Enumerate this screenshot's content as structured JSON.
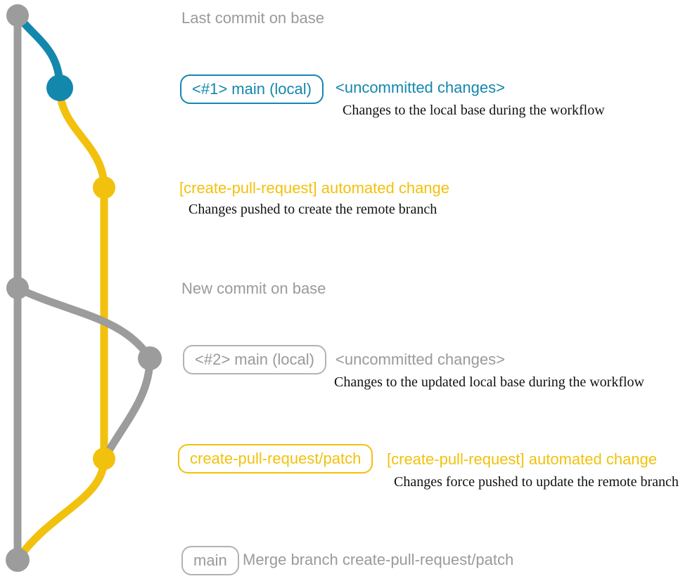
{
  "colors": {
    "base_gray": "#9c9c9c",
    "gray_text": "#9a9a9a",
    "teal": "#1487ad",
    "yellow": "#f2c10d",
    "description_text": "#111111"
  },
  "graph": {
    "commits": [
      {
        "id": "last-commit-on-base",
        "branch": "base",
        "color": "#9c9c9c"
      },
      {
        "id": "local-main-uncommitted-1",
        "branch": "main (local)",
        "color": "#1487ad"
      },
      {
        "id": "automated-change-1",
        "branch": "create-pull-request/patch",
        "color": "#f2c10d"
      },
      {
        "id": "new-commit-on-base",
        "branch": "base",
        "color": "#9c9c9c"
      },
      {
        "id": "local-main-uncommitted-2",
        "branch": "main (local)",
        "color": "#9c9c9c"
      },
      {
        "id": "automated-change-2",
        "branch": "create-pull-request/patch",
        "color": "#f2c10d"
      },
      {
        "id": "merge-commit",
        "branch": "main",
        "color": "#9c9c9c"
      }
    ]
  },
  "rows": {
    "row1": {
      "heading": "Last commit on base"
    },
    "row2": {
      "badge": "<#1> main (local)",
      "note": "<uncommitted changes>",
      "description": "Changes to the local base during the workflow"
    },
    "row3": {
      "note": "[create-pull-request] automated change",
      "description": "Changes pushed to create the remote branch"
    },
    "row4": {
      "heading": "New commit on base"
    },
    "row5": {
      "badge": "<#2> main (local)",
      "note": "<uncommitted changes>",
      "description": "Changes to the updated local base during the workflow"
    },
    "row6": {
      "badge": "create-pull-request/patch",
      "note": "[create-pull-request] automated change",
      "description": "Changes force pushed to update the remote branch"
    },
    "row7": {
      "badge": "main",
      "text": "Merge branch create-pull-request/patch"
    }
  }
}
